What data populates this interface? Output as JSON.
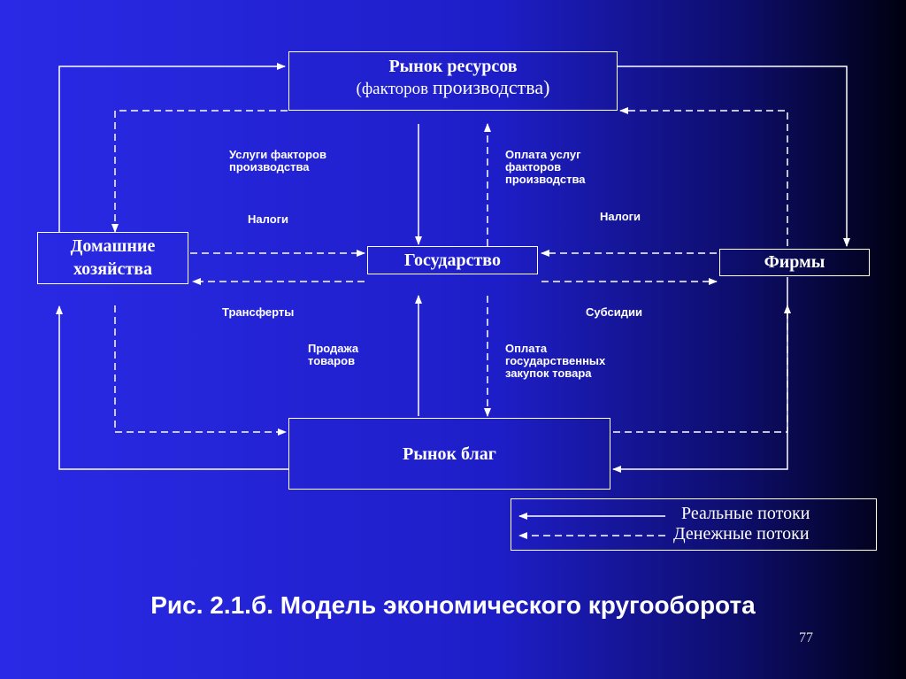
{
  "nodes": {
    "resource_market_line1": "Рынок ресурсов",
    "resource_market_line2_a": "(факторов ",
    "resource_market_line2_b": "производства)",
    "households": "Домашние\nхозяйства",
    "government": "Государство",
    "firms": "Фирмы",
    "goods_market": "Рынок благ"
  },
  "flow_labels": {
    "factor_services": "Услуги факторов\n    производства",
    "factor_payment": "Оплата услуг\nфакторов\nпроизводства",
    "taxes_left": "Налоги",
    "taxes_right": "Налоги",
    "transfers": "Трансферты",
    "subsidies": "Субсидии",
    "goods_sale": "Продажа\n  товаров",
    "gov_purchase_payment": "Оплата\nгосударственных\nзакупок товара"
  },
  "legend": {
    "real_flows": "Реальные потоки",
    "money_flows": "Денежные потоки"
  },
  "caption": "Рис. 2.1.б. Модель экономического кругооборота",
  "page_number": "77",
  "colors": {
    "background_left": "#2a2ae6",
    "background_right": "#000010",
    "lines": "#ffffff"
  }
}
